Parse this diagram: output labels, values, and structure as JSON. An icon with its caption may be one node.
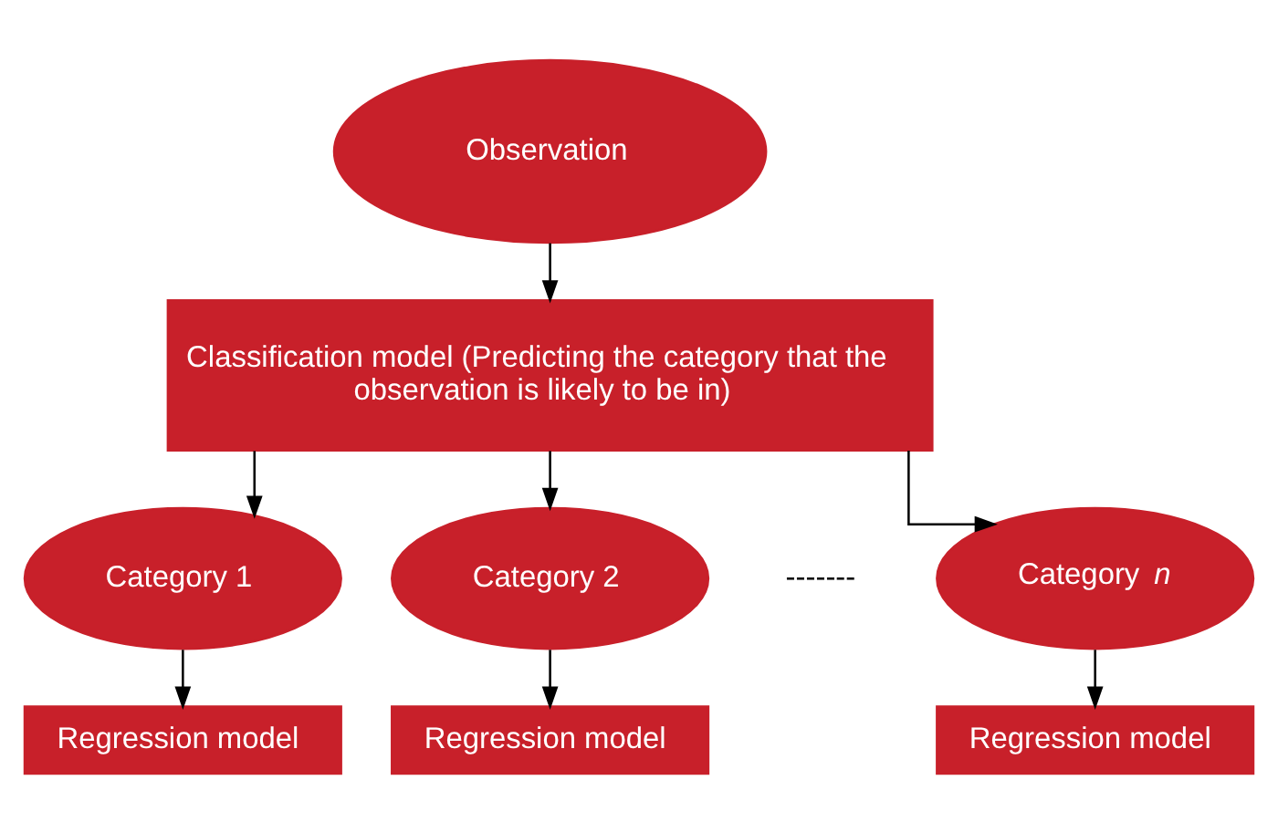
{
  "diagram": {
    "nodes": [
      {
        "text": [
          "Observation"
        ]
      },
      {
        "text": [
          "Classification model (Predicting the category that the observation is likely to be in)"
        ]
      },
      {
        "text": [
          "Category 1"
        ]
      },
      {
        "text": [
          "Category 2"
        ]
      },
      {
        "text": [
          "Category *n*"
        ]
      },
      {
        "text": [
          "Regression model"
        ]
      },
      {
        "text": [
          "Regression model"
        ]
      },
      {
        "text": [
          "Regression model"
        ]
      }
    ],
    "edges": [
      {
        "from": 0,
        "to": 1,
        "arrow": "to"
      },
      {
        "from": 1,
        "to": 2,
        "arrow": "to"
      },
      {
        "from": 1,
        "to": 3,
        "arrow": "to"
      },
      {
        "from": 1,
        "to": 4,
        "arrow": "to"
      },
      {
        "from": 2,
        "to": 5,
        "arrow": "to"
      },
      {
        "from": 3,
        "to": 6,
        "arrow": "to"
      },
      {
        "from": 4,
        "to": 7,
        "arrow": "to"
      }
    ],
    "labels": [
      "-------"
    ]
  }
}
